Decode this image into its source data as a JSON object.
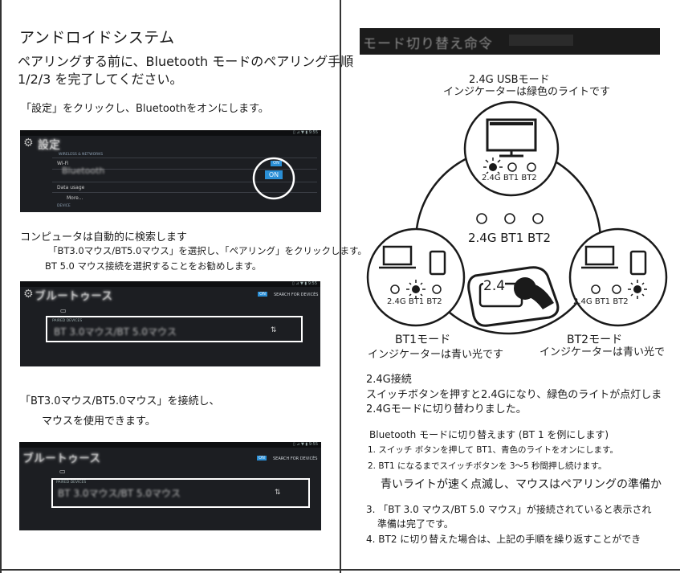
{
  "left": {
    "title": "アンドロイドシステム",
    "intro_line1": "ペアリングする前に、Bluetooth モードのペアリング手順",
    "intro_line2": "1/2/3 を完了してください。",
    "step1": "「設定」をクリックし、Bluetoothをオンにします。",
    "screen1": {
      "title": "設定",
      "section": "WIRELESS & NETWORKS",
      "wifi": "Wi-Fi",
      "data_usage": "Data usage",
      "more": "More...",
      "device": "DEVICE",
      "on_label": "ON",
      "status": "▯ ⊿ ▼ ▮ 9:55"
    },
    "step2": "コンピュータは自動的に検索します",
    "step2_detail1": "「BT3.0マウス/BT5.0マウス」を選択し、「ペアリング」をクリックします。",
    "step2_detail2": "BT 5.0 マウス接続を選択することをお勧めします。",
    "screen2": {
      "title": "ブルートゥース",
      "devices_label": "PAIRED DEVICES",
      "device_name": "BT 3.0マウス/BT 5.0マウス",
      "on_label": "ON",
      "search": "SEARCH FOR DEVICES",
      "status": "▯ ⊿ ▼ ▮ 9:55"
    },
    "step3_line1": "「BT3.0マウス/BT5.0マウス」を接続し、",
    "step3_line2": "マウスを使用できます。",
    "screen3": {
      "title": "ブルートゥース",
      "devices_label": "PAIRED DEVICES",
      "device_name": "BT 3.0マウス/BT 5.0マウス",
      "on_label": "ON",
      "search": "SEARCH FOR DEVICES",
      "status": "▯ ⊿ ▼ ▮ 9:55"
    }
  },
  "right": {
    "banner": "モード切り替え命令",
    "usb_mode_title": "2.4G USBモード",
    "usb_mode_desc": "インジケーターは緑色のライトです",
    "center_label": "2.4G BT1 BT2",
    "small_label": "2.4G BT1 BT2",
    "switch_label": "2.4",
    "bt1_title": "BT1モード",
    "bt1_desc": "インジケーターは青い光です",
    "bt2_title": "BT2モード",
    "bt2_desc": "インジケーターは青い光で",
    "conn_title": "2.4G接続",
    "conn_line1": "スイッチボタンを押すと2.4Gになり、緑色のライトが点灯しま",
    "conn_line2": "2.4Gモードに切り替わりました。",
    "bt_title": "Bluetooth モードに切り替えます (BT 1 を例にします)",
    "bt_step1": "1. スイッチ ボタンを押して BT1、青色のライトをオンにします。",
    "bt_step2": "2. BT1 になるまでスイッチボタンを 3～5 秒間押し続けます。",
    "bt_step2b": "青いライトが速く点滅し、マウスはペアリングの準備か",
    "bt_step3": "3. 「BT 3.0 マウス/BT 5.0 マウス」が接続されていると表示され",
    "bt_step3b": "準備は完了です。",
    "bt_step4": "4. BT2 に切り替えた場合は、上記の手順を繰り返すことができ"
  },
  "colors": {
    "text": "#1a1a1a",
    "screen_bg": "#1c1e22",
    "toggle_blue": "#2a8fd6"
  }
}
